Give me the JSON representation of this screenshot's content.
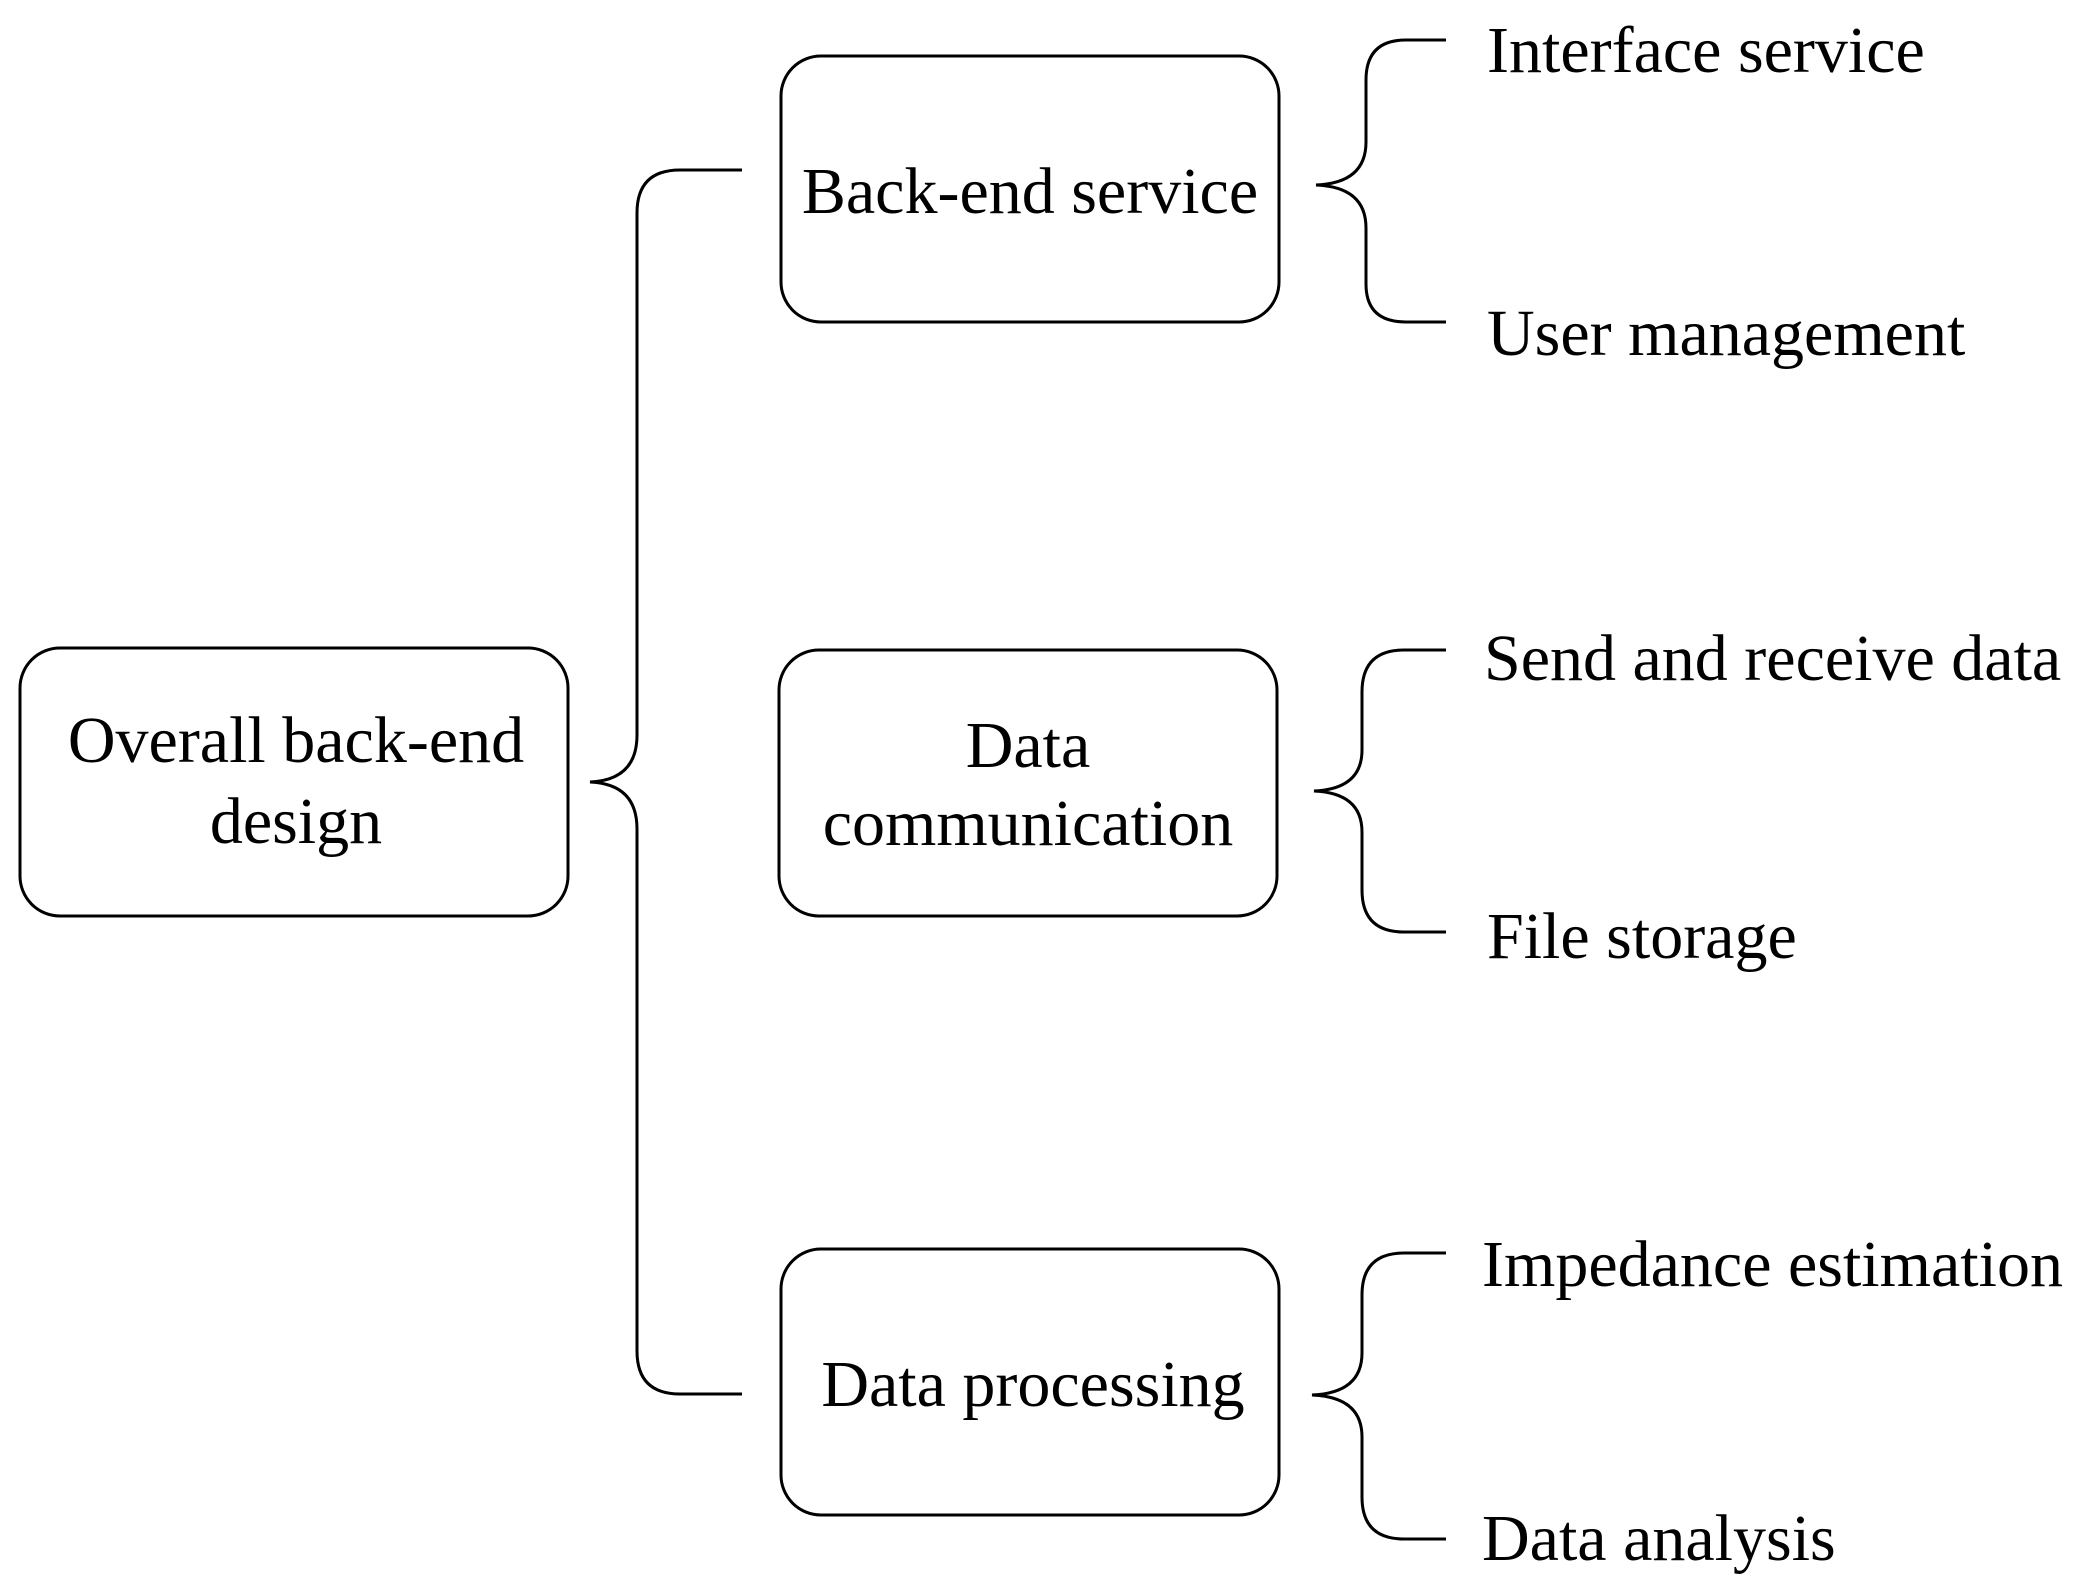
{
  "root": {
    "line1": "Overall back-end",
    "line2": "design"
  },
  "branches": [
    {
      "label": "Back-end service",
      "items": [
        "Interface service",
        "User management"
      ]
    },
    {
      "label_line1": "Data",
      "label_line2": "communication",
      "items": [
        "Send and receive data",
        "File storage"
      ]
    },
    {
      "label": "Data processing",
      "items": [
        "Impedance estimation",
        "Data analysis"
      ]
    }
  ]
}
